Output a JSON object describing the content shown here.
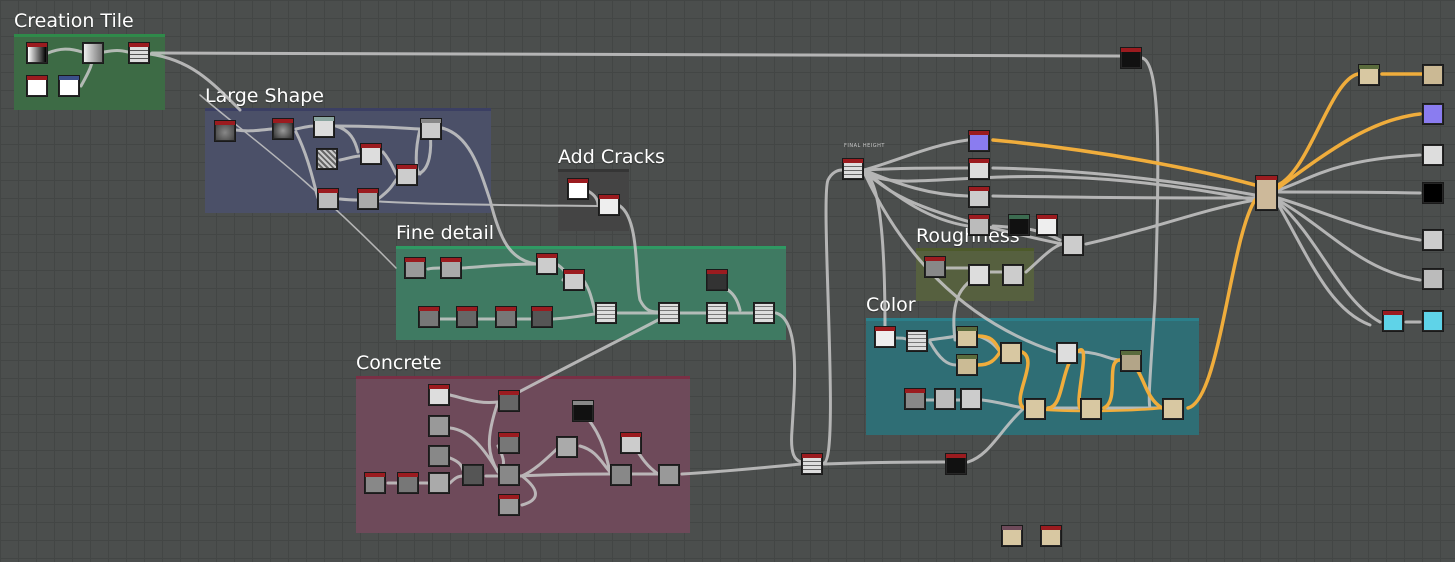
{
  "graph": {
    "frames": [
      {
        "id": "creation-tile",
        "title": "Creation Tile",
        "color": "#3d6b45",
        "bar": "#2f8a4a"
      },
      {
        "id": "large-shape",
        "title": "Large Shape",
        "color": "#4b5068",
        "bar": "#3b3f63"
      },
      {
        "id": "add-cracks",
        "title": "Add Cracks",
        "color": "#444444",
        "bar": "#353535"
      },
      {
        "id": "fine-detail",
        "title": "Fine detail",
        "color": "#3f7a62",
        "bar": "#2f9963"
      },
      {
        "id": "concrete",
        "title": "Concrete",
        "color": "#6e4a5a",
        "bar": "#7a2f45"
      },
      {
        "id": "roughness",
        "title": "Roughness",
        "color": "#56603f",
        "bar": "#4d5a2a"
      },
      {
        "id": "color",
        "title": "Color",
        "color": "#2f6e75",
        "bar": "#2b7f8a"
      }
    ],
    "comment": "FINAL HEIGHT",
    "colors": {
      "wire": "#c8c8c8",
      "wire_active": "#f0ad3c",
      "node_header": "#9b1b1f"
    }
  }
}
